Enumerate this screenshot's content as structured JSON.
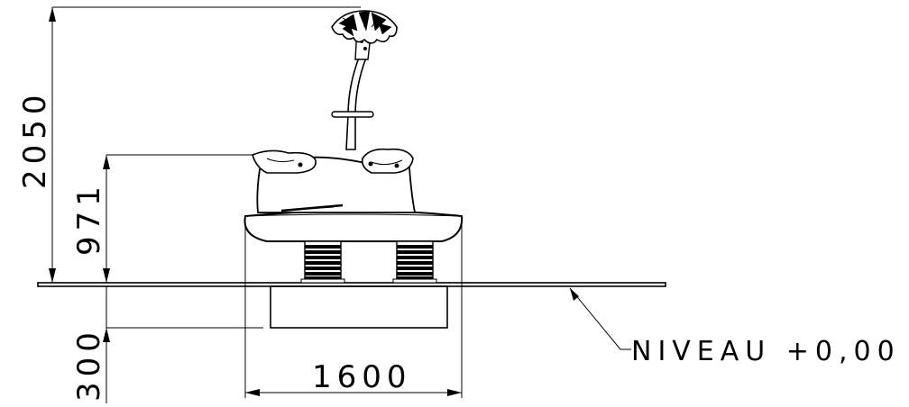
{
  "dimensions": {
    "total_height": "2050",
    "seat_height": "971",
    "foundation_depth": "300",
    "base_width": "1600"
  },
  "ground_label": "NIVEAU +0,00"
}
